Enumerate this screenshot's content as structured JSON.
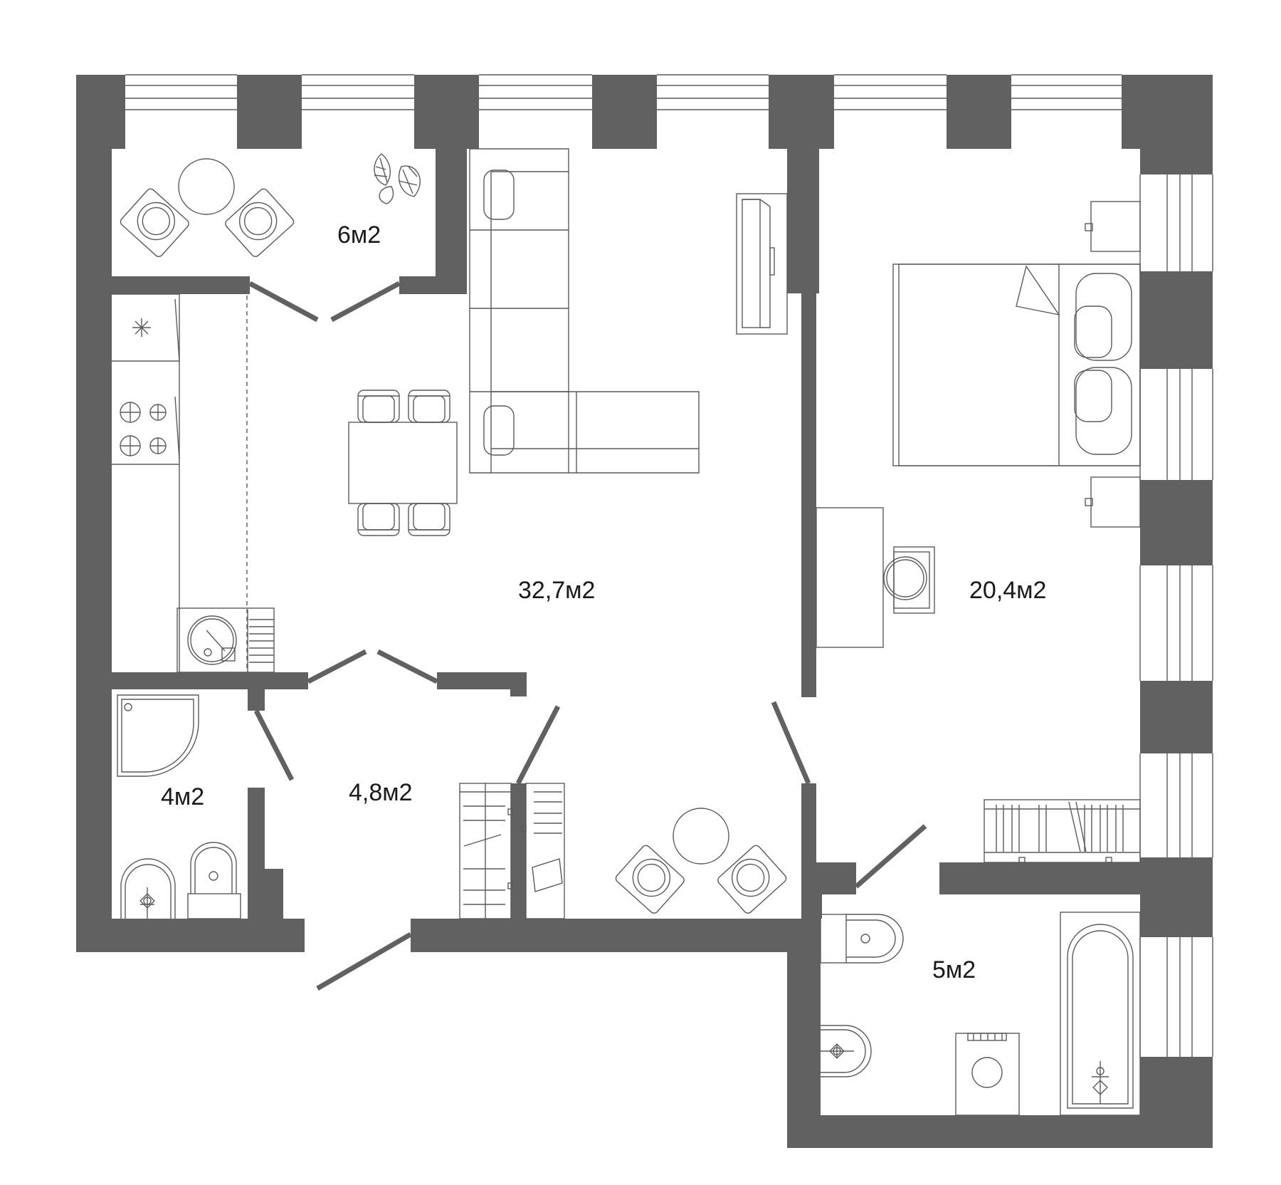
{
  "colors": {
    "wall": "#616161",
    "line": "#5a5a5a",
    "background": "#ffffff",
    "text": "#1a1a1a"
  },
  "rooms": {
    "balcony": {
      "area": "6м2"
    },
    "living_kitchen": {
      "area": "32,7м2"
    },
    "bedroom": {
      "area": "20,4м2"
    },
    "bathroom_small": {
      "area": "4м2"
    },
    "hallway": {
      "area": "4,8м2"
    },
    "bathroom_large": {
      "area": "5м2"
    }
  },
  "icons": [
    "monstera-plant-icon",
    "hob-icon",
    "sink-icon",
    "toilet-icon",
    "washing-machine-icon",
    "bathtub-icon",
    "shower-icon"
  ]
}
